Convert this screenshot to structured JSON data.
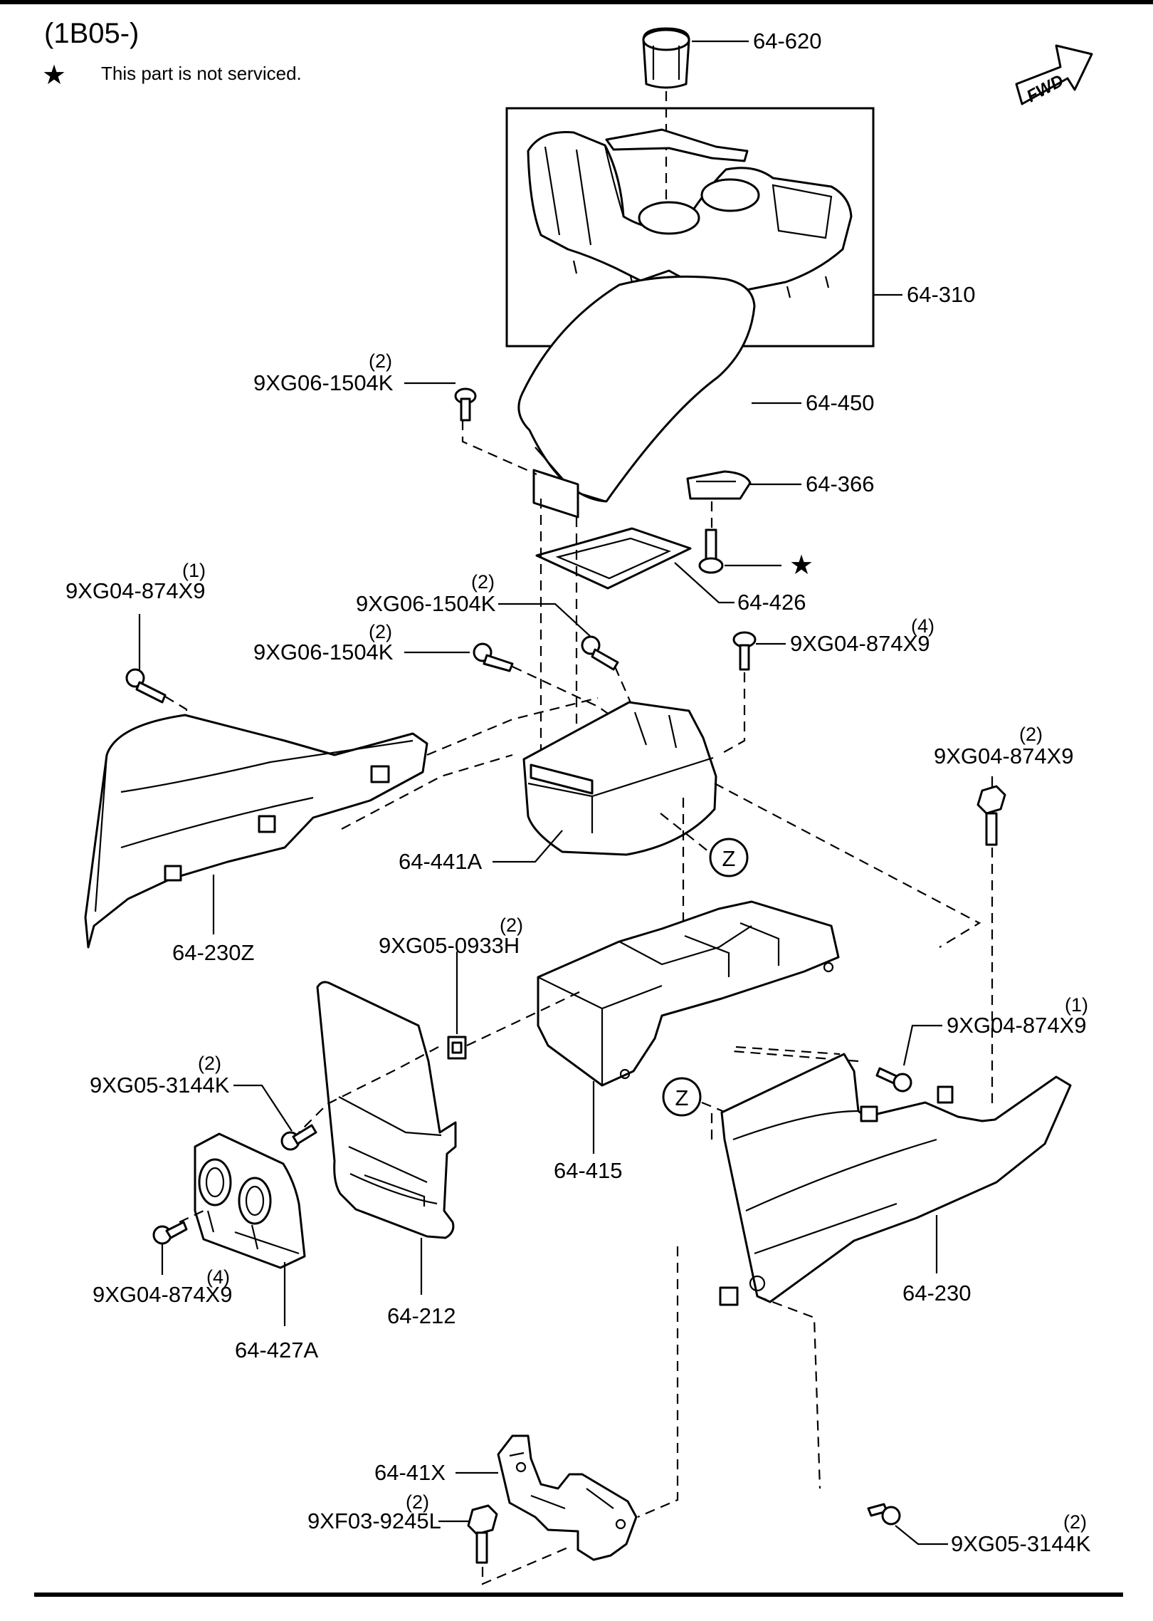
{
  "header": {
    "section_code": "(1B05-)",
    "note_symbol": "★",
    "note_text": "This part is not serviced.",
    "direction_label": "FWD"
  },
  "callouts": [
    {
      "id": "c-64-620",
      "label": "64-620",
      "qty": ""
    },
    {
      "id": "c-64-310",
      "label": "64-310",
      "qty": ""
    },
    {
      "id": "c-9xg06-a",
      "label": "9XG06-1504K",
      "qty": "(2)"
    },
    {
      "id": "c-64-450",
      "label": "64-450",
      "qty": ""
    },
    {
      "id": "c-64-366",
      "label": "64-366",
      "qty": ""
    },
    {
      "id": "c-64-426",
      "label": "64-426",
      "qty": ""
    },
    {
      "id": "c-9xg04-a",
      "label": "9XG04-874X9",
      "qty": "(1)"
    },
    {
      "id": "c-9xg06-b",
      "label": "9XG06-1504K",
      "qty": "(2)"
    },
    {
      "id": "c-9xg06-c",
      "label": "9XG06-1504K",
      "qty": "(2)"
    },
    {
      "id": "c-9xg04-b",
      "label": "9XG04-874X9",
      "qty": "(4)"
    },
    {
      "id": "c-9xg04-c",
      "label": "9XG04-874X9",
      "qty": "(2)"
    },
    {
      "id": "c-64-441a",
      "label": "64-441A",
      "qty": ""
    },
    {
      "id": "c-64-230z",
      "label": "64-230Z",
      "qty": ""
    },
    {
      "id": "c-9xg05-0933",
      "label": "9XG05-0933H",
      "qty": "(2)"
    },
    {
      "id": "c-9xg04-d",
      "label": "9XG04-874X9",
      "qty": "(1)"
    },
    {
      "id": "c-9xg05-3144-a",
      "label": "9XG05-3144K",
      "qty": "(2)"
    },
    {
      "id": "c-64-415",
      "label": "64-415",
      "qty": ""
    },
    {
      "id": "c-9xg04-e",
      "label": "9XG04-874X9",
      "qty": "(4)"
    },
    {
      "id": "c-64-427a",
      "label": "64-427A",
      "qty": ""
    },
    {
      "id": "c-64-212",
      "label": "64-212",
      "qty": ""
    },
    {
      "id": "c-64-230",
      "label": "64-230",
      "qty": ""
    },
    {
      "id": "c-64-41x",
      "label": "64-41X",
      "qty": ""
    },
    {
      "id": "c-9xf03",
      "label": "9XF03-9245L",
      "qty": "(2)"
    },
    {
      "id": "c-9xg05-3144-b",
      "label": "9XG05-3144K",
      "qty": "(2)"
    }
  ],
  "reference_marks": [
    {
      "id": "z-upper",
      "letter": "Z"
    },
    {
      "id": "z-lower",
      "letter": "Z"
    }
  ],
  "unserviced_part_marker": "★"
}
